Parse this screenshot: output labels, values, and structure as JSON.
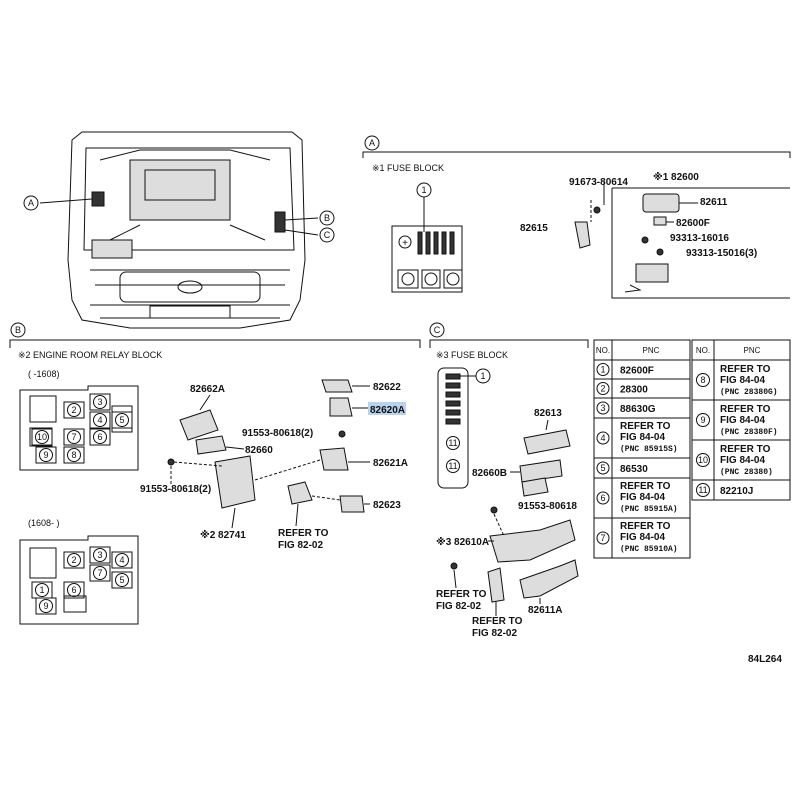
{
  "callouts": {
    "A": "A",
    "B": "B",
    "C": "C"
  },
  "fuse_block_1": {
    "title": "※1 FUSE BLOCK",
    "circle1": "1"
  },
  "section_a_parts": {
    "p91673": "91673-80614",
    "p82600": "※1 82600",
    "p82611": "82611",
    "p82600F": "82600F",
    "p82615": "82615",
    "p93313a": "93313-16016",
    "p93313b": "93313-15016(3)"
  },
  "section_b": {
    "title": "※2 ENGINE ROOM RELAY BLOCK",
    "range1": "(    -1608)",
    "range2": "(1608-    )",
    "p82662A": "82662A",
    "p82622": "82622",
    "p82620A": "82620A",
    "p91553a": "91553-80618(2)",
    "p82660": "82660",
    "p82621A": "82621A",
    "p91553b": "91553-80618(2)",
    "p82623": "82623",
    "p82741": "※2 82741",
    "refer1": "REFER TO",
    "refer1b": "FIG 82-02"
  },
  "section_c": {
    "title": "※3 FUSE BLOCK",
    "p82613": "82613",
    "p82660B": "82660B",
    "p91553": "91553-80618",
    "p82610A": "※3 82610A",
    "refer1": "REFER TO",
    "refer1b": "FIG 82-02",
    "refer2": "REFER TO",
    "refer2b": "FIG 82-02",
    "p82611A": "82611A"
  },
  "grid_numbers": [
    "1",
    "2",
    "3",
    "4",
    "5",
    "6",
    "7",
    "8",
    "9",
    "10",
    "11"
  ],
  "table": {
    "col_no": "NO.",
    "col_pnc": "PNC",
    "left": [
      {
        "no": "1",
        "pnc": [
          "82600F"
        ]
      },
      {
        "no": "2",
        "pnc": [
          "28300"
        ]
      },
      {
        "no": "3",
        "pnc": [
          "88630G"
        ]
      },
      {
        "no": "4",
        "pnc": [
          "REFER TO",
          "FIG 84-04",
          "(PNC 85915S)"
        ]
      },
      {
        "no": "5",
        "pnc": [
          "86530"
        ]
      },
      {
        "no": "6",
        "pnc": [
          "REFER TO",
          "FIG 84-04",
          "(PNC 85915A)"
        ]
      },
      {
        "no": "7",
        "pnc": [
          "REFER TO",
          "FIG 84-04",
          "(PNC 85910A)"
        ]
      }
    ],
    "right": [
      {
        "no": "8",
        "pnc": [
          "REFER TO",
          "FIG 84-04",
          "(PNC 28380G)"
        ]
      },
      {
        "no": "9",
        "pnc": [
          "REFER TO",
          "FIG 84-04",
          "(PNC 28380F)"
        ]
      },
      {
        "no": "10",
        "pnc": [
          "REFER TO",
          "FIG 84-04",
          "(PNC 28380)"
        ]
      },
      {
        "no": "11",
        "pnc": [
          "82210J"
        ]
      }
    ]
  },
  "figure_code": "84L264",
  "colors": {
    "highlight": "#b9d2ee",
    "line": "#111111"
  }
}
